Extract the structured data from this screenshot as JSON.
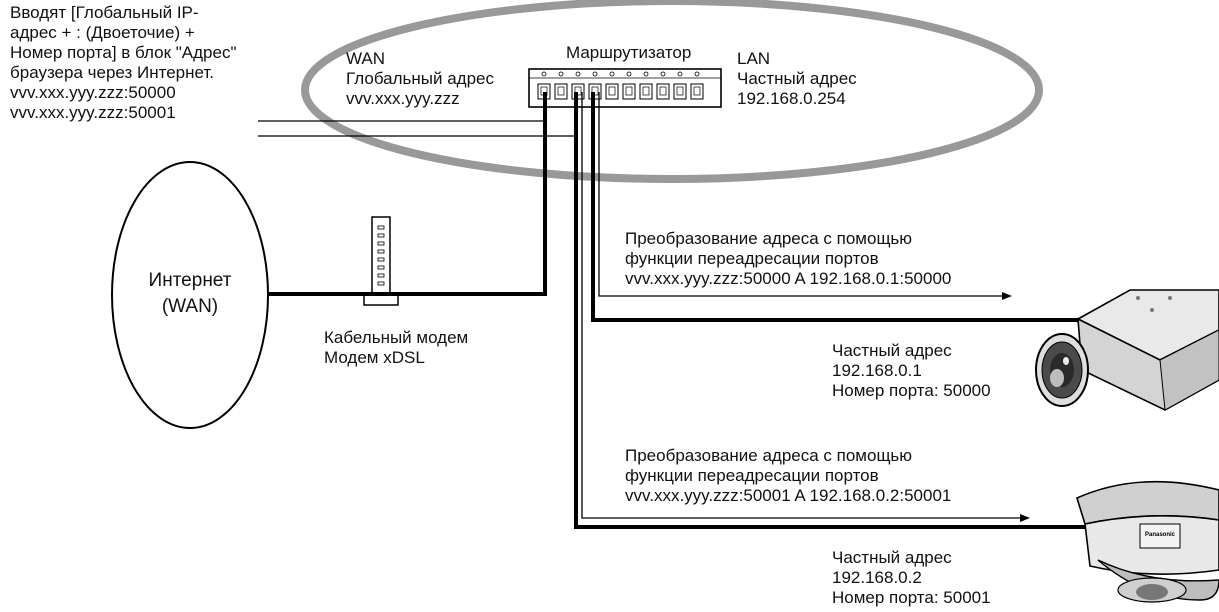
{
  "instruction": {
    "lines": [
      "Вводят [Глобальный IP-",
      "адрес + : (Двоеточие) +",
      "Номер порта] в блок \"Адрес\"",
      "браузера через Интернет."
    ],
    "url_camera1": "vvv.xxx.yyy.zzz:50000",
    "url_camera2": "vvv.xxx.yyy.zzz:50001"
  },
  "wan": {
    "title": "WAN",
    "address_label": "Глобальный адрес",
    "address": "vvv.xxx.yyy.zzz"
  },
  "router": {
    "label": "Маршрутизатор"
  },
  "lan": {
    "title": "LAN",
    "address_label": "Частный адрес",
    "address": "192.168.0.254"
  },
  "internet": {
    "line1": "Интернет",
    "line2": "(WAN)"
  },
  "modem": {
    "line1": "Кабельный модем",
    "line2": "Модем xDSL"
  },
  "forward1": {
    "line1": "Преобразование адреса с помощью",
    "line2": "функции переадресации портов",
    "line3": "vvv.xxx.yyy.zzz:50000 A 192.168.0.1:50000"
  },
  "camera1": {
    "line1": "Частный адрес",
    "line2": "192.168.0.1",
    "line3": "Номер порта: 50000"
  },
  "forward2": {
    "line1": "Преобразование адреса с помощью",
    "line2": "функции переадресации портов",
    "line3": "vvv.xxx.yyy.zzz:50001 A 192.168.0.2:50001"
  },
  "camera2": {
    "line1": "Частный адрес",
    "line2": "192.168.0.2",
    "line3": "Номер порта: 50001",
    "brand": "Panasonic"
  },
  "colors": {
    "ellipse": "#999999",
    "cable": "#000000"
  }
}
